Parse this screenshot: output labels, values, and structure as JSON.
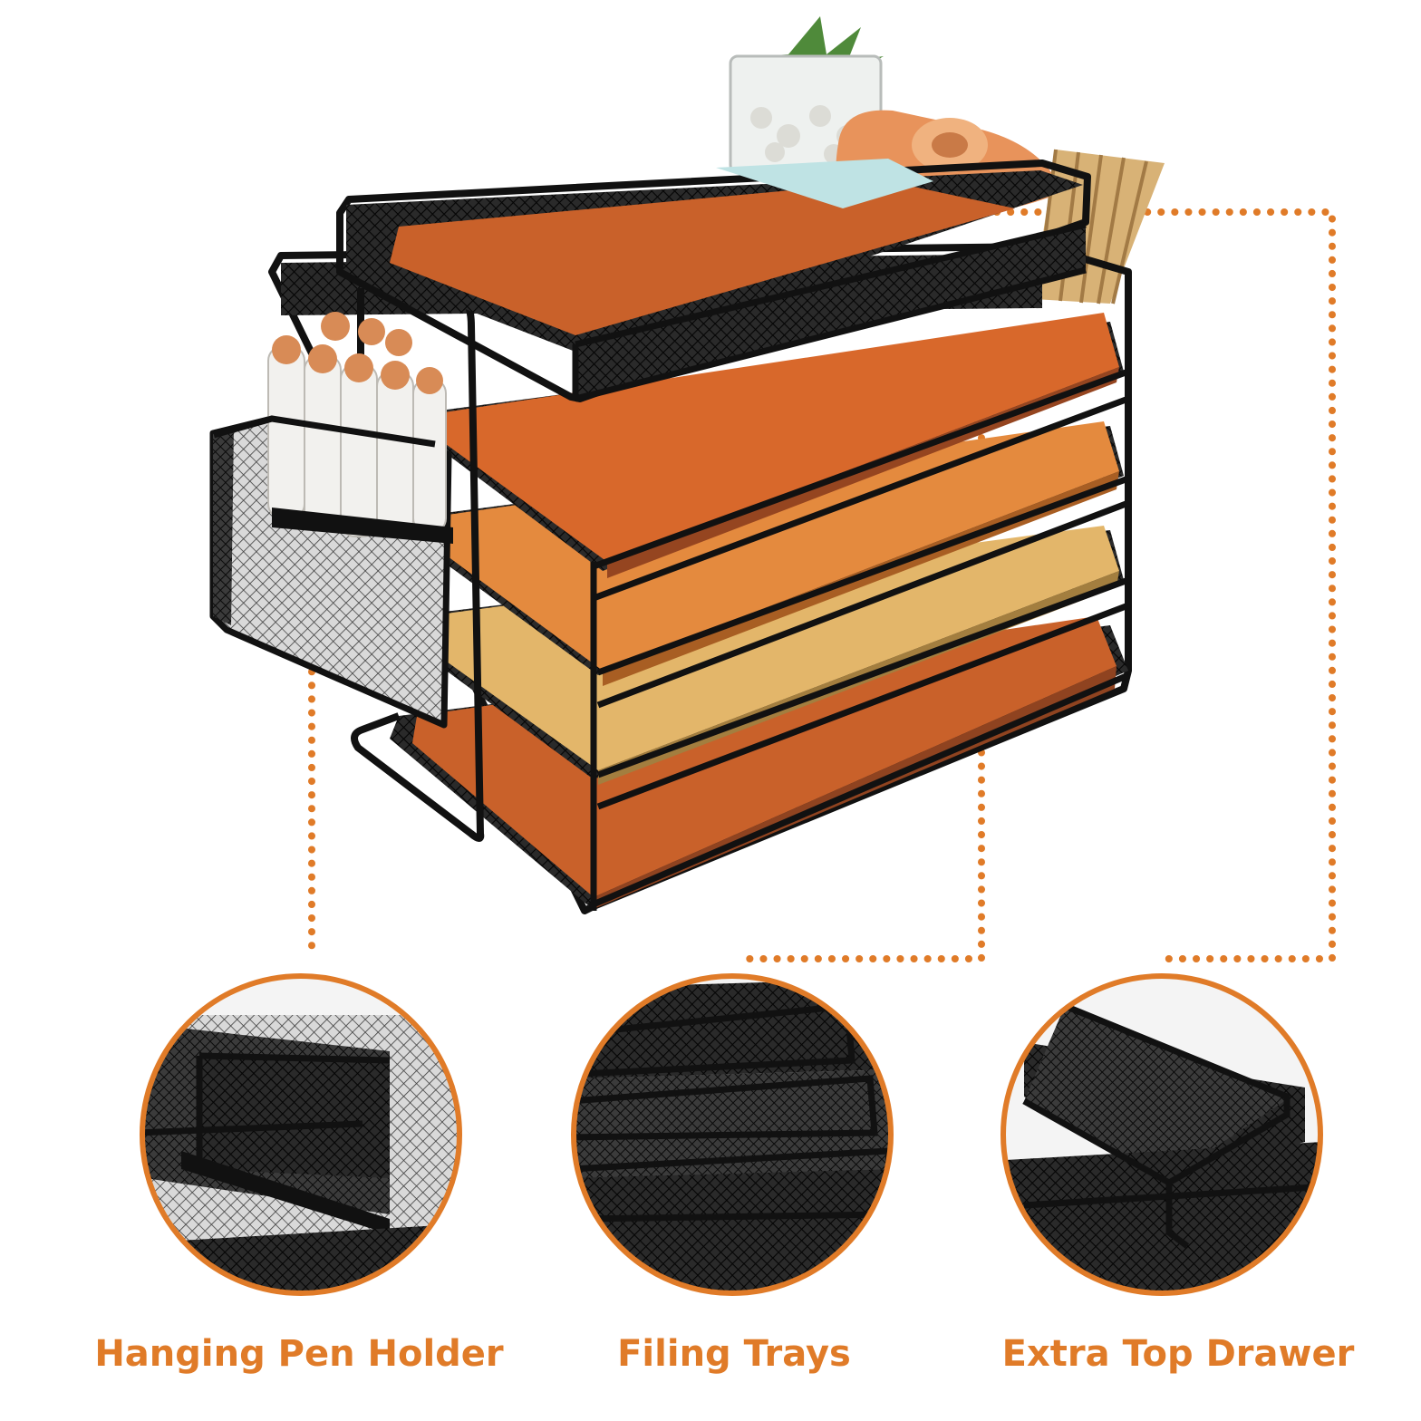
{
  "colors": {
    "accent": "#e07b28",
    "mesh": "#1a1a1a",
    "paper_dark": "#c9612a",
    "paper_mid": "#e48a3e",
    "paper_light": "#e3b66a",
    "background": "#ffffff"
  },
  "features": [
    {
      "label": "Hanging Pen Holder",
      "image": "pen-holder-closeup"
    },
    {
      "label": "Filing Trays",
      "image": "filing-trays-closeup"
    },
    {
      "label": "Extra Top Drawer",
      "image": "top-drawer-closeup"
    }
  ]
}
